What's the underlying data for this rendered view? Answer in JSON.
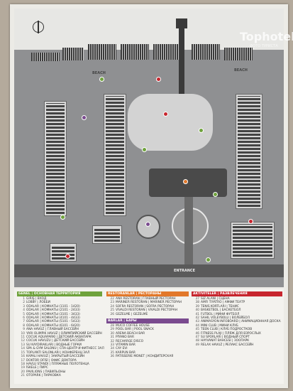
{
  "map": {
    "beach_left": "BEACH",
    "beach_right": "BEACH",
    "entrance": "ENTRANCE"
  },
  "watermark": {
    "logo": "Tophotels",
    "sub": "ФОТО ТУРИСТА"
  },
  "legend": {
    "general": {
      "title": "GENEL | ОСНОВНАЯ ТЕРРИТОРИЯ",
      "color": "#6fa23c",
      "items": [
        {
          "n": "1",
          "t": "GIRIŞ | ВХОД"
        },
        {
          "n": "2",
          "t": "LOBBY | ЛОББИ"
        },
        {
          "n": "3",
          "t": "ODALAR | КОМНАТЫ (1101 - 1420)"
        },
        {
          "n": "4",
          "t": "ODALAR | КОМНАТЫ (2101 - 2433)"
        },
        {
          "n": "5",
          "t": "ODALAR | КОМНАТЫ (3101 - 3433)"
        },
        {
          "n": "6",
          "t": "ODALAR | КОМНАТЫ (4101 - 4433)"
        },
        {
          "n": "7",
          "t": "ODALAR | КОМНАТЫ (5101 - 5433)"
        },
        {
          "n": "8",
          "t": "ODALAR | КОМНАТЫ (6101 - 6420)"
        },
        {
          "n": "9",
          "t": "ANA HAVUZ | ГЛАВНЫЙ БАССЕЙН"
        },
        {
          "n": "10",
          "t": "YARI OLIMPIK HAVUZ | ОЛИМПИЙСКИЙ БАССЕЙН"
        },
        {
          "n": "11",
          "t": "COCUK AQUAPARKI | ДЕТСКИЙ АКВАПАРК"
        },
        {
          "n": "12",
          "t": "COCUK HAVUZU | ДЕТСКИЙ БАССЕЙН"
        },
        {
          "n": "13",
          "t": "SU KAYDIRAKLARI | ВОДНЫЕ ГОРКИ"
        },
        {
          "n": "14",
          "t": "SPA & GYM SALONU | СПА-ЦЕНТР И ФИТНЕСС ЗАЛ"
        },
        {
          "n": "15",
          "t": "TOPLANTI SALONLARI | КОНФЕРЕНЦ ЗАЛ"
        },
        {
          "n": "16",
          "t": "KAPALI HAVUZ | ЗАКРЫТЫЙ БАССЕЙН"
        },
        {
          "n": "17",
          "t": "DOKTOR OFİSİ | ОФИС ДОКТОРА"
        },
        {
          "n": "18",
          "t": "HAVLU STANDI | ПЛЯЖНЫЕ ПОЛОТЕНЦА"
        },
        {
          "n": "19",
          "t": "İSKELE | ПИРС"
        },
        {
          "n": "20",
          "t": "PAVILIONS | ПАВИЛЬОНЫ"
        },
        {
          "n": "21",
          "t": "OTOPARK | ПАРКОВКА"
        }
      ]
    },
    "restaurants": {
      "title": "RESTORANLAR | РЕСТОРАНЫ",
      "color": "#e2782a",
      "items": [
        {
          "n": "22",
          "t": "ANA RESTORAN | ГЛАВНЫЙ РЕСТОРАН"
        },
        {
          "n": "23",
          "t": "MARINER RESTORAN | MARINER РЕСТОРАН"
        },
        {
          "n": "24",
          "t": "SOFRA RESTORAN | SOFRA РЕСТОРАН"
        },
        {
          "n": "25",
          "t": "VIVALDI RESTORAN | VIVALDI РЕСТОРАН"
        },
        {
          "n": "26",
          "t": "GEZELME | GEZELME"
        }
      ]
    },
    "bars": {
      "title": "BARLAR | БАРЫ",
      "color": "#7a4b8f",
      "items": [
        {
          "n": "28",
          "t": "MUCO COFFEE HOUSE"
        },
        {
          "n": "29",
          "t": "POOL BAR | POOL SNACK"
        },
        {
          "n": "30",
          "t": "ARENA BEACH BAR"
        },
        {
          "n": "31",
          "t": "PİYANO BAR"
        },
        {
          "n": "32",
          "t": "RECHARGE DISCO"
        },
        {
          "n": "33",
          "t": "VITAMIN BAR"
        },
        {
          "n": "34",
          "t": "CAY EVI"
        },
        {
          "n": "35",
          "t": "KARPUN BAR"
        },
        {
          "n": "36",
          "t": "PATISSERIE MONET | КОНДИТЕРСКАЯ"
        }
      ]
    },
    "activities": {
      "title": "AKTIVITELER | РАЗВЛЕЧЕНИЯ",
      "color": "#c7262e",
      "items": [
        {
          "n": "37",
          "t": "SIZ ALANI | СЦЕНА"
        },
        {
          "n": "38",
          "t": "AMFI TIYATRO | АМФИ ТЕАТР"
        },
        {
          "n": "39",
          "t": "TENIS KORTLARI | ТЕНИС"
        },
        {
          "n": "40",
          "t": "BASKETBOL | БАСКЕТБОЛ"
        },
        {
          "n": "41",
          "t": "FUTBOL | МИНИ ФУТБОЛ"
        },
        {
          "n": "42",
          "t": "SAHIL VOLEYBOLU | ВОЛЕЙБОЛ"
        },
        {
          "n": "43",
          "t": "ANIMASYON INFOBOARD | АНИМАЦИОННАЯ ДОСКА"
        },
        {
          "n": "44",
          "t": "MINI CLUB | МИНИ КЛУБ"
        },
        {
          "n": "45",
          "t": "TEEN CLUB | КЛУБ ПОДРОСТКОВ"
        },
        {
          "n": "46",
          "t": "FITNESS PLAJI | ПЛЯЖ ДЛЯ ВЗРОСЛЫХ"
        },
        {
          "n": "47",
          "t": "SU SPORLARI | ВОДНЫЙ СПОРТ"
        },
        {
          "n": "48",
          "t": "HAYVANAT BAHCESI | ЗООПАРК"
        },
        {
          "n": "49",
          "t": "RELAX HAVUZ | РЕЛАКС БАССЕЙН"
        }
      ]
    }
  }
}
